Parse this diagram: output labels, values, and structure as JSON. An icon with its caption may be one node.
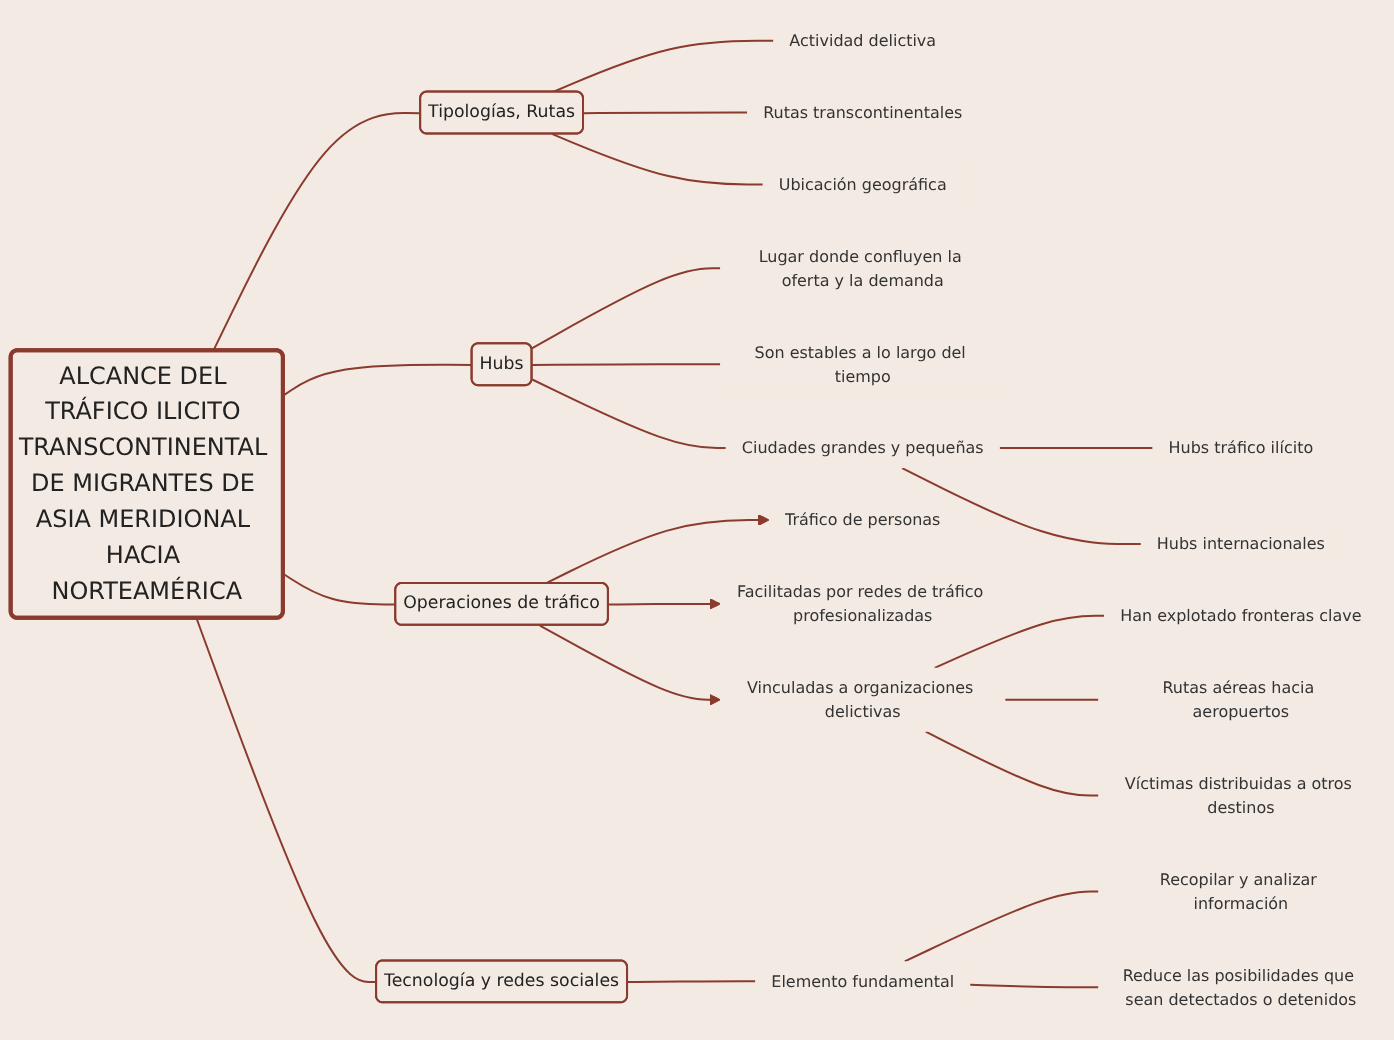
{
  "diagram": {
    "nodes": [
      {
        "text": [
          "ALCANCE DEL TRÁFICO ILICITO TRANSCONTINENTAL DE MIGRANTES DE ASIA MERIDIONAL HACIA NORTEAMÉRICA"
        ]
      },
      {
        "text": [
          "Tipologías, Rutas"
        ]
      },
      {
        "text": [
          "Actividad delictiva"
        ]
      },
      {
        "text": [
          "Rutas transcontinentales"
        ]
      },
      {
        "text": [
          "Ubicación geográfica"
        ]
      },
      {
        "text": [
          "Hubs"
        ]
      },
      {
        "text": [
          "Lugar donde confluyen la oferta y la demanda"
        ]
      },
      {
        "text": [
          "Son estables a lo largo del tiempo"
        ]
      },
      {
        "text": [
          "Ciudades grandes y pequeñas"
        ]
      },
      {
        "text": [
          "Hubs tráfico ilícito"
        ]
      },
      {
        "text": [
          "Hubs internacionales"
        ]
      },
      {
        "text": [
          "Operaciones de tráfico"
        ]
      },
      {
        "text": [
          "Tráfico de personas"
        ]
      },
      {
        "text": [
          "Facilitadas por redes de tráfico profesionalizadas"
        ]
      },
      {
        "text": [
          "Vinculadas a organizaciones delictivas"
        ]
      },
      {
        "text": [
          "Han explotado fronteras clave"
        ]
      },
      {
        "text": [
          "Rutas aéreas hacia aeropuertos"
        ]
      },
      {
        "text": [
          "Víctimas distribuidas a otros destinos"
        ]
      },
      {
        "text": [
          "Tecnología y redes sociales"
        ]
      },
      {
        "text": [
          "Elemento fundamental"
        ]
      },
      {
        "text": [
          "Recopilar y analizar información"
        ]
      },
      {
        "text": [
          "Reduce las posibilidades que sean detectados o detenidos"
        ]
      }
    ],
    "edges": [
      {
        "from": 0,
        "to": 1,
        "arrow": "none"
      },
      {
        "from": 1,
        "to": 2,
        "arrow": "none"
      },
      {
        "from": 1,
        "to": 3,
        "arrow": "none"
      },
      {
        "from": 1,
        "to": 4,
        "arrow": "none"
      },
      {
        "from": 0,
        "to": 5,
        "arrow": "none"
      },
      {
        "from": 5,
        "to": 6,
        "arrow": "none"
      },
      {
        "from": 5,
        "to": 7,
        "arrow": "none"
      },
      {
        "from": 5,
        "to": 8,
        "arrow": "none"
      },
      {
        "from": 8,
        "to": 9,
        "arrow": "none"
      },
      {
        "from": 8,
        "to": 10,
        "arrow": "none"
      },
      {
        "from": 0,
        "to": 11,
        "arrow": "none"
      },
      {
        "from": 11,
        "to": 12,
        "arrow": "to"
      },
      {
        "from": 11,
        "to": 13,
        "arrow": "to"
      },
      {
        "from": 11,
        "to": 14,
        "arrow": "to"
      },
      {
        "from": 14,
        "to": 15,
        "arrow": "none"
      },
      {
        "from": 14,
        "to": 16,
        "arrow": "none"
      },
      {
        "from": 14,
        "to": 17,
        "arrow": "none"
      },
      {
        "from": 0,
        "to": 18,
        "arrow": "none"
      },
      {
        "from": 18,
        "to": 19,
        "arrow": "none"
      },
      {
        "from": 19,
        "to": 20,
        "arrow": "none"
      },
      {
        "from": 19,
        "to": 21,
        "arrow": "none"
      }
    ]
  }
}
